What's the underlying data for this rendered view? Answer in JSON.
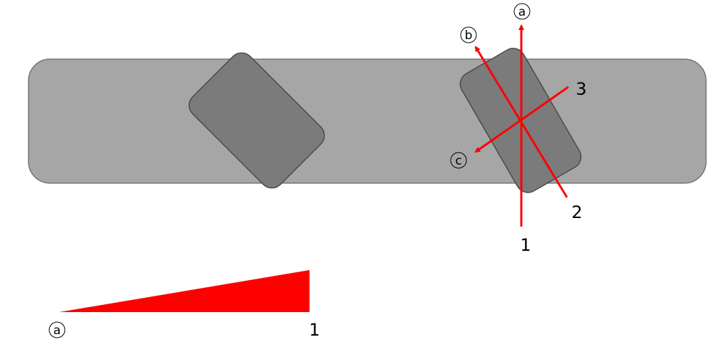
{
  "colors": {
    "board": "#a6a6a6",
    "board_stroke": "#767676",
    "block": "#7b7b7b",
    "block_stroke": "#4a4a4a",
    "axis": "#ff0000",
    "wedge": "#ff0000",
    "text": "#000000"
  },
  "axes": {
    "line_1": {
      "start_label": "1",
      "end_label": "a"
    },
    "line_2": {
      "start_label": "2",
      "end_label": "b"
    },
    "line_3": {
      "start_label": "3",
      "end_label": "c"
    }
  },
  "wedge": {
    "left_label": "a",
    "right_label": "1"
  }
}
